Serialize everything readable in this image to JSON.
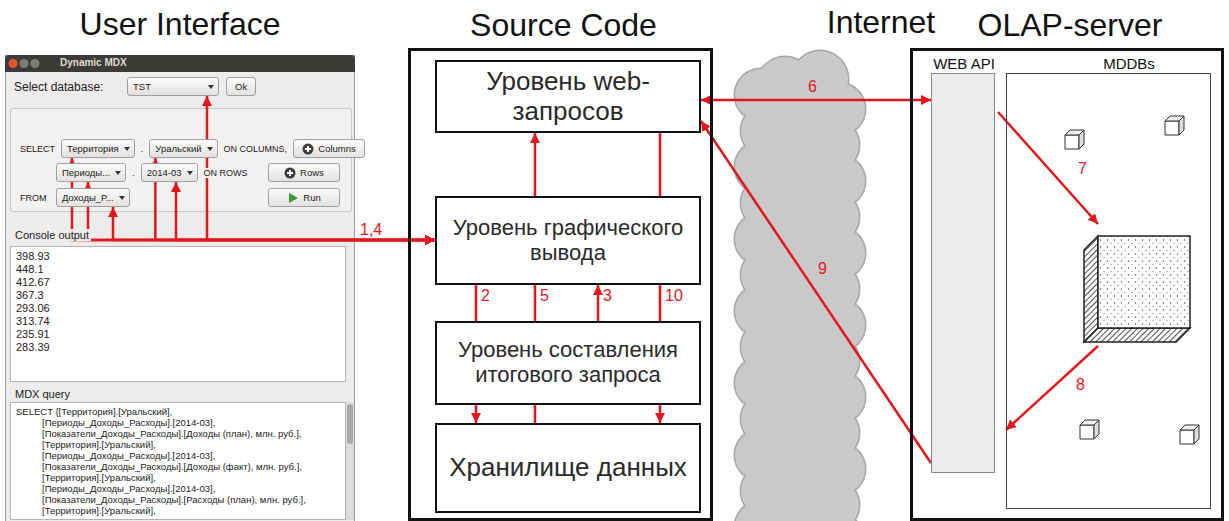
{
  "diagram": {
    "nodes": [
      {
        "text": [
          "User Interface",
          "Dynamic MDX"
        ]
      },
      {
        "text": [
          "TST"
        ],
        "in": 0
      },
      {
        "text": [
          "Ok"
        ],
        "in": 0
      },
      {
        "text": [
          "Территория"
        ],
        "in": 0
      },
      {
        "text": [
          "Уральский"
        ],
        "in": 0
      },
      {
        "text": [
          "Columns"
        ],
        "in": 0
      },
      {
        "text": [
          "Периоды..."
        ],
        "in": 0
      },
      {
        "text": [
          "2014-03"
        ],
        "in": 0
      },
      {
        "text": [
          "Rows"
        ],
        "in": 0
      },
      {
        "text": [
          "Доходы_Р..."
        ],
        "in": 0
      },
      {
        "text": [
          "Run"
        ],
        "in": 0
      },
      {
        "text": [
          "Console output",
          "398.93",
          "448.1",
          "412.67",
          "367.3",
          "293.06",
          "313.74",
          "235.91",
          "283.39"
        ],
        "in": 0
      },
      {
        "text": [
          "MDX query",
          "SELECT {[Территория].[Уральский],",
          "[Периоды_Доходы_Расходы].[2014-03],",
          "[Показатели_Доходы_Расходы].[Доходы (план), млн. руб.],",
          "[Территория].[Уральский],",
          "[Периоды_Доходы_Расходы].[2014-03],",
          "[Показатели_Доходы_Расходы].[Доходы (факт), млн. руб.],",
          "[Территория].[Уральский],",
          "[Периоды_Доходы_Расходы].[2014-03],",
          "[Показатели_Доходы_Расходы].[Расходы (план), млн. руб.],",
          "[Территория].[Уральский],"
        ],
        "in": 0
      },
      {
        "text": [
          "Source Code"
        ]
      },
      {
        "text": [
          "Уровень web-запросов"
        ],
        "in": 13
      },
      {
        "text": [
          "Уровень графического вывода"
        ],
        "in": 13
      },
      {
        "text": [
          "Уровень составления итогового запроса"
        ],
        "in": 13
      },
      {
        "text": [
          "Хранилище данных"
        ],
        "in": 13
      },
      {
        "text": [
          "Internet"
        ]
      },
      {
        "text": [
          "OLAP-server"
        ]
      },
      {
        "text": [
          "WEB API"
        ],
        "in": 19
      },
      {
        "text": [
          "MDDBs"
        ],
        "in": 19
      }
    ],
    "edges": [
      {
        "from": 1,
        "to": 15,
        "arrow": "both",
        "label": "1,4"
      },
      {
        "from": 3,
        "to": 15,
        "arrow": "both"
      },
      {
        "from": 4,
        "to": 15,
        "arrow": "both"
      },
      {
        "from": 6,
        "to": 15,
        "arrow": "both"
      },
      {
        "from": 7,
        "to": 15,
        "arrow": "both"
      },
      {
        "from": 9,
        "to": 15,
        "arrow": "both"
      },
      {
        "from": 15,
        "to": 17,
        "arrow": "to",
        "label": "2"
      },
      {
        "from": 17,
        "to": 14,
        "arrow": "to",
        "label": "5"
      },
      {
        "from": 16,
        "to": 15,
        "arrow": "to",
        "label": "3"
      },
      {
        "from": 14,
        "to": 17,
        "arrow": "to",
        "label": "10"
      },
      {
        "from": 14,
        "to": 20,
        "arrow": "both",
        "label": "6"
      },
      {
        "from": 20,
        "to": 14,
        "arrow": "to",
        "label": "9"
      }
    ],
    "labels": [
      "Select database:",
      "SELECT",
      ".",
      "ON COLUMNS,",
      ".",
      "ON ROWS",
      "FROM",
      "7",
      "8"
    ]
  }
}
